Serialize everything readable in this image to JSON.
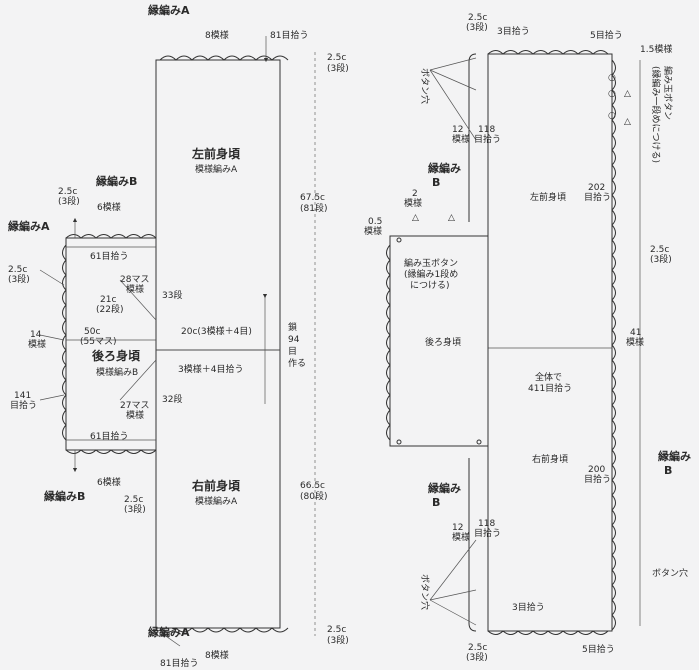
{
  "left": {
    "edge_a_top": "縁編みA",
    "edge_a_bottom": "縁編みA",
    "edge_b_top": "縁編みB",
    "edge_b_bottom": "縁編みB",
    "edge_a_side": "縁編みA",
    "top_8": "8模様",
    "top_81": "81目拾う",
    "bot_8": "8模様",
    "bot_81": "81目拾う",
    "left_front": "左前身頃",
    "left_front_sub": "模様編みA",
    "right_front": "右前身頃",
    "right_front_sub": "模様編みA",
    "back": "後ろ身頃",
    "back_sub": "模様編みB",
    "c25_3_a": "2.5c",
    "c25_3_a2": "(3段)",
    "c25_3_b": "2.5c",
    "c25_3_b2": "(3段)",
    "c25_side": "2.5c",
    "c25_side2": "(3段)",
    "c25_bot": "2.5c",
    "c25_bot2": "(3段)",
    "six_top": "6模様",
    "six_bot": "6模様",
    "sixty1_top": "61目拾う",
    "sixty1_bot": "61目拾う",
    "m28": "28マス",
    "m28b": "模様",
    "c21": "21c",
    "c21b": "(22段)",
    "c50": "50c",
    "c50b": "(55マス)",
    "m27": "27マス",
    "m27b": "模様",
    "d33": "33段",
    "d32": "32段",
    "c20": "20c(3模様＋4目)",
    "m3": "3模様＋4目拾う",
    "knit94a": "鎖",
    "knit94b": "94",
    "knit94c": "目",
    "knit94d": "作る",
    "fourteen": "14",
    "fourteen2": "模様",
    "one41": "141",
    "one41b": "目拾う",
    "c675": "67.5c",
    "c675b": "(81段)",
    "c665": "66.5c",
    "c665b": "(80段)",
    "r25t": "2.5c",
    "r25t2": "(3段)",
    "r25b": "2.5c",
    "r25b2": "(3段)"
  },
  "right": {
    "t25": "2.5c",
    "t25b": "(3段)",
    "t3": "3目拾う",
    "t5": "5目拾う",
    "t15": "1.5模様",
    "btn_v1": "編み玉ボタン",
    "btn_v2": "(縁編み一段めにつける)",
    "hole_t": "ボタン穴",
    "n12t": "12",
    "n12t2": "模様",
    "n118t": "118",
    "n118t2": "目拾う",
    "edgeB_t": "縁編み",
    "edgeB_t2": "B",
    "two": "2",
    "two2": "模様",
    "half": "0.5",
    "half2": "模様",
    "left_front": "左前身頃",
    "n202": "202",
    "n202b": "目拾う",
    "btn_h1": "編み玉ボタン",
    "btn_h2": "(縁編み1段め",
    "btn_h3": "につける)",
    "back": "後ろ身頃",
    "r25": "2.5c",
    "r25b": "(3段)",
    "n41": "41",
    "n41b": "模様",
    "all": "全体で",
    "all2": "411目拾う",
    "right_front": "右前身頃",
    "n200": "200",
    "n200b": "目拾う",
    "edgeB_r": "縁編み",
    "edgeB_r2": "B",
    "edgeB_b": "縁編み",
    "edgeB_b2": "B",
    "n12b": "12",
    "n12b2": "模様",
    "n118b": "118",
    "n118b2": "目拾う",
    "hole_b": "ボタン穴",
    "hole_r": "ボタン穴",
    "b3": "3目拾う",
    "b25": "2.5c",
    "b25b": "(3段)",
    "b5": "5目拾う"
  }
}
